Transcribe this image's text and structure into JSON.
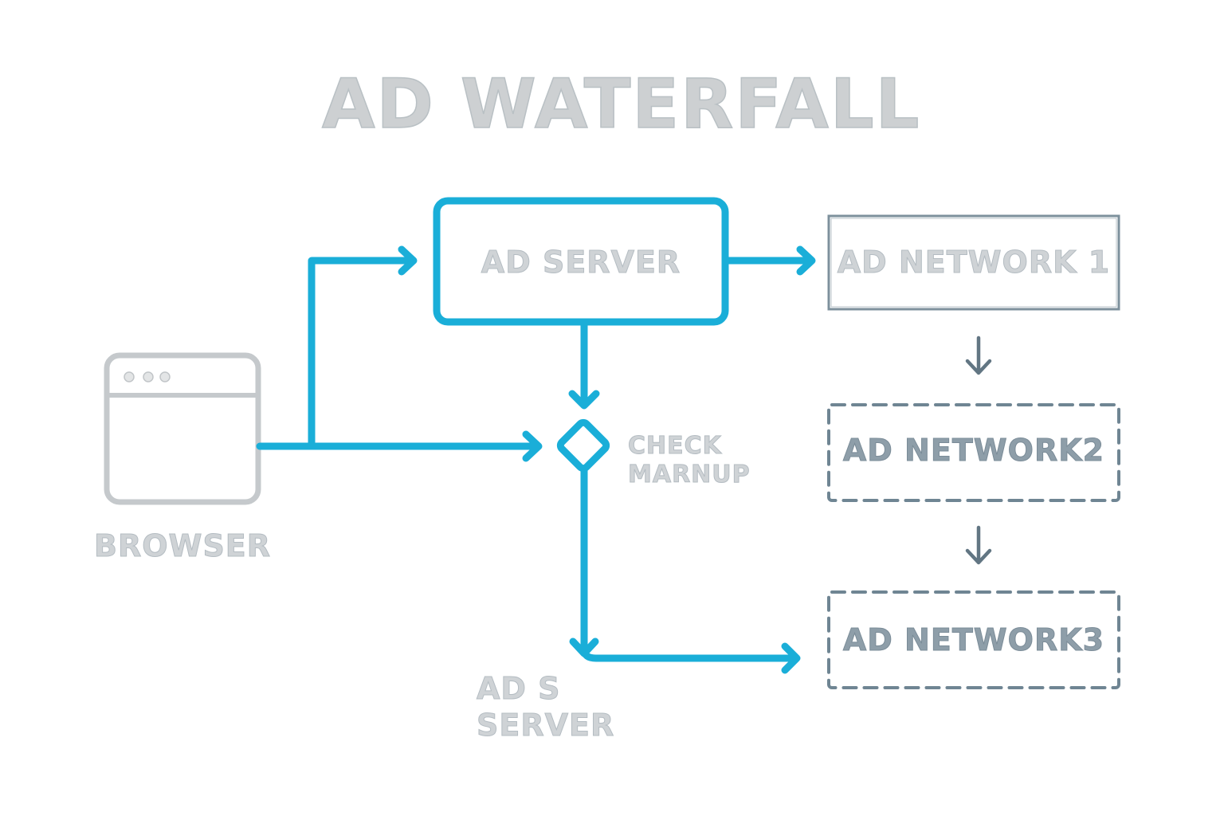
{
  "title": "AD WATERFALL",
  "colors": {
    "flow_accent": "#1aaed8",
    "network_outline": "#6f8593",
    "browser_outline": "#c5c9cc",
    "label_gray": "#cfd3d6",
    "network_text": "#8e9ea9"
  },
  "nodes": {
    "browser": {
      "label": "BROWSER",
      "icon": "browser-window-icon"
    },
    "ad_server": {
      "label": "AD SERVER"
    },
    "check_markup": {
      "label": "CHECK\nMARNUP",
      "icon": "decision-diamond-icon"
    },
    "ads_server": {
      "label": "AD S\nSERVER"
    },
    "ad_network_1": {
      "label": "AD NETWORK 1",
      "border": "solid"
    },
    "ad_network_2": {
      "label": "AD NETWORK2",
      "border": "dashed"
    },
    "ad_network_3": {
      "label": "AD NETWORK3",
      "border": "dashed"
    }
  },
  "edges": [
    {
      "from": "browser",
      "to": "ad_server"
    },
    {
      "from": "browser",
      "to": "check_markup"
    },
    {
      "from": "ad_server",
      "to": "check_markup"
    },
    {
      "from": "ad_server",
      "to": "ad_network_1"
    },
    {
      "from": "check_markup",
      "to": "ad_network_3"
    },
    {
      "from": "ad_network_1",
      "to": "ad_network_2"
    },
    {
      "from": "ad_network_2",
      "to": "ad_network_3"
    }
  ]
}
